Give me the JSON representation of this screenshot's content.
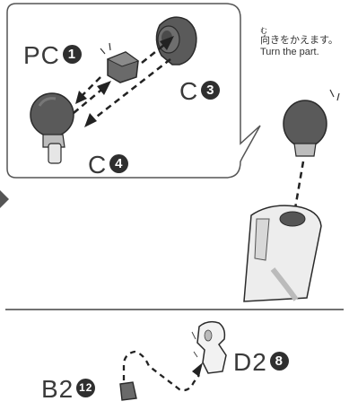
{
  "callout": {
    "labels": {
      "pc": {
        "text": "PC",
        "number": "1"
      },
      "c3": {
        "text": "C",
        "number": "3"
      },
      "c4": {
        "text": "C",
        "number": "4"
      }
    }
  },
  "side_note": {
    "ruby": "む",
    "japanese": "向きをかえます。",
    "english": "Turn the part."
  },
  "step2": {
    "labels": {
      "d2": {
        "text": "D2",
        "number": "8"
      },
      "b2": {
        "text": "B2",
        "number": "12"
      }
    }
  },
  "colors": {
    "part_dark": "#5a5a5a",
    "part_light": "#ededed",
    "outline": "#2a2a2a",
    "badge": "#2f2f2f"
  }
}
